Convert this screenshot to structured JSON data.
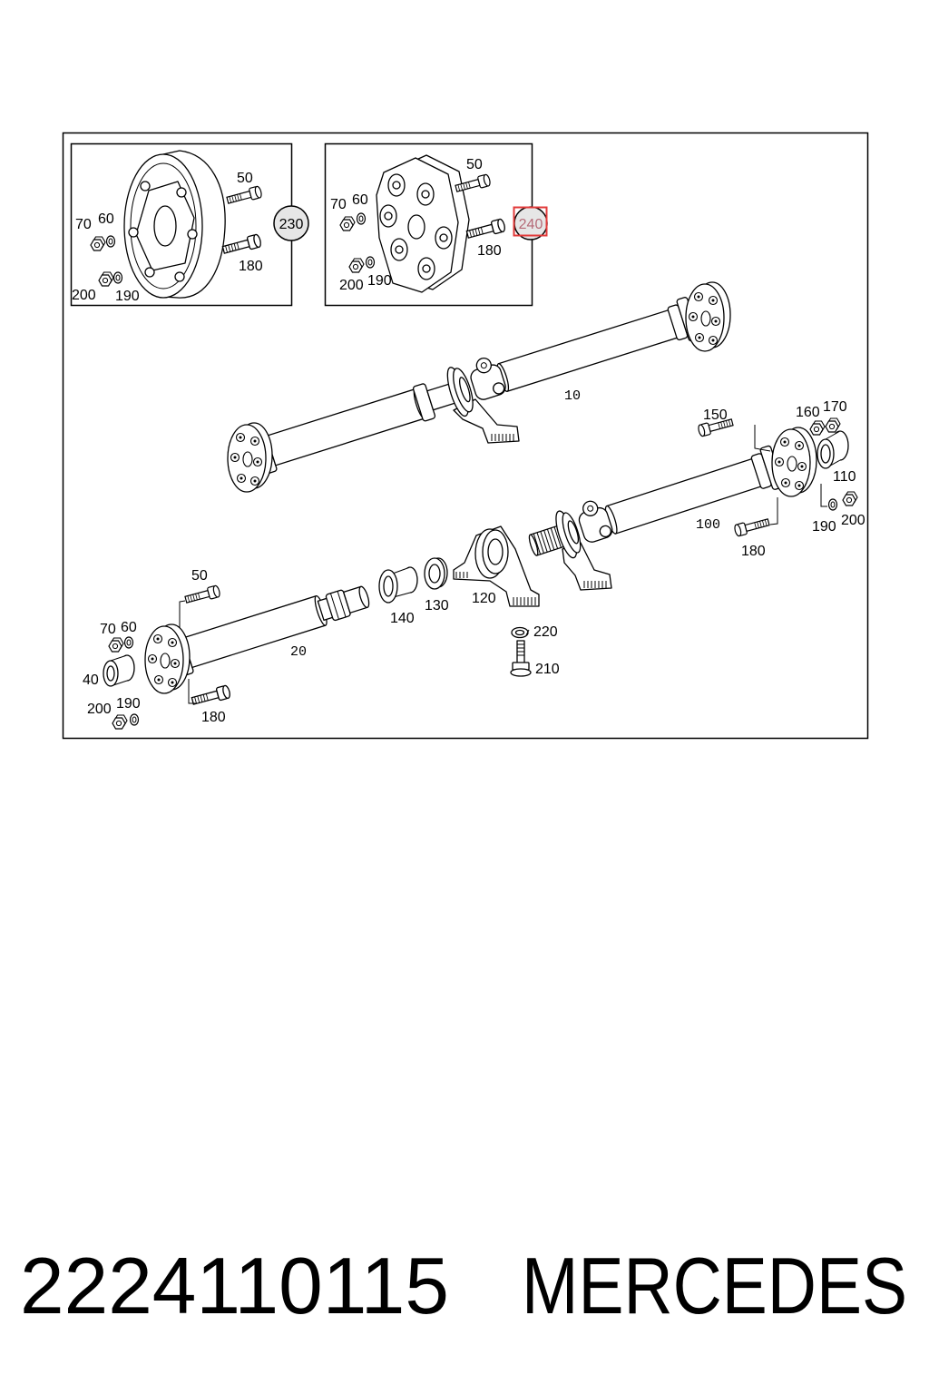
{
  "diagram": {
    "inset_left": {
      "bolt_upper": "50",
      "nut_left": "70",
      "washer_left": "60",
      "nut_lower": "200",
      "washer_lower": "190",
      "bolt_lower": "180",
      "callout": "230"
    },
    "inset_right": {
      "bolt_upper": "50",
      "nut_left": "70",
      "washer_left": "60",
      "nut_lower": "200",
      "washer_lower": "190",
      "bolt_lower": "180",
      "callout": "240"
    },
    "shaft_upper": {
      "shaft": "10"
    },
    "shaft_rear": {
      "shaft": "100",
      "bolt_upper": "150",
      "nut_a": "160",
      "nut_b": "170",
      "sleeve": "110",
      "bolt_lower": "180",
      "washer": "190",
      "nut": "200"
    },
    "center_bearing": {
      "bearing": "120",
      "ring": "130",
      "sleeve": "140",
      "washer": "220",
      "bolt": "210"
    },
    "shaft_front": {
      "shaft": "20",
      "bolt_upper": "50",
      "nut": "70",
      "washer": "60",
      "sleeve": "40",
      "nut_lower": "200",
      "washer_lower": "190",
      "bolt_lower": "180"
    }
  },
  "caption": {
    "part_number": "2224110115",
    "brand": "MERCEDES"
  },
  "colors": {
    "line": "#000000",
    "background": "#ffffff",
    "callout_fill": "#e6e6e6",
    "highlight_box": "#e23b3b",
    "highlighted_callout_text": "#b56b78"
  }
}
